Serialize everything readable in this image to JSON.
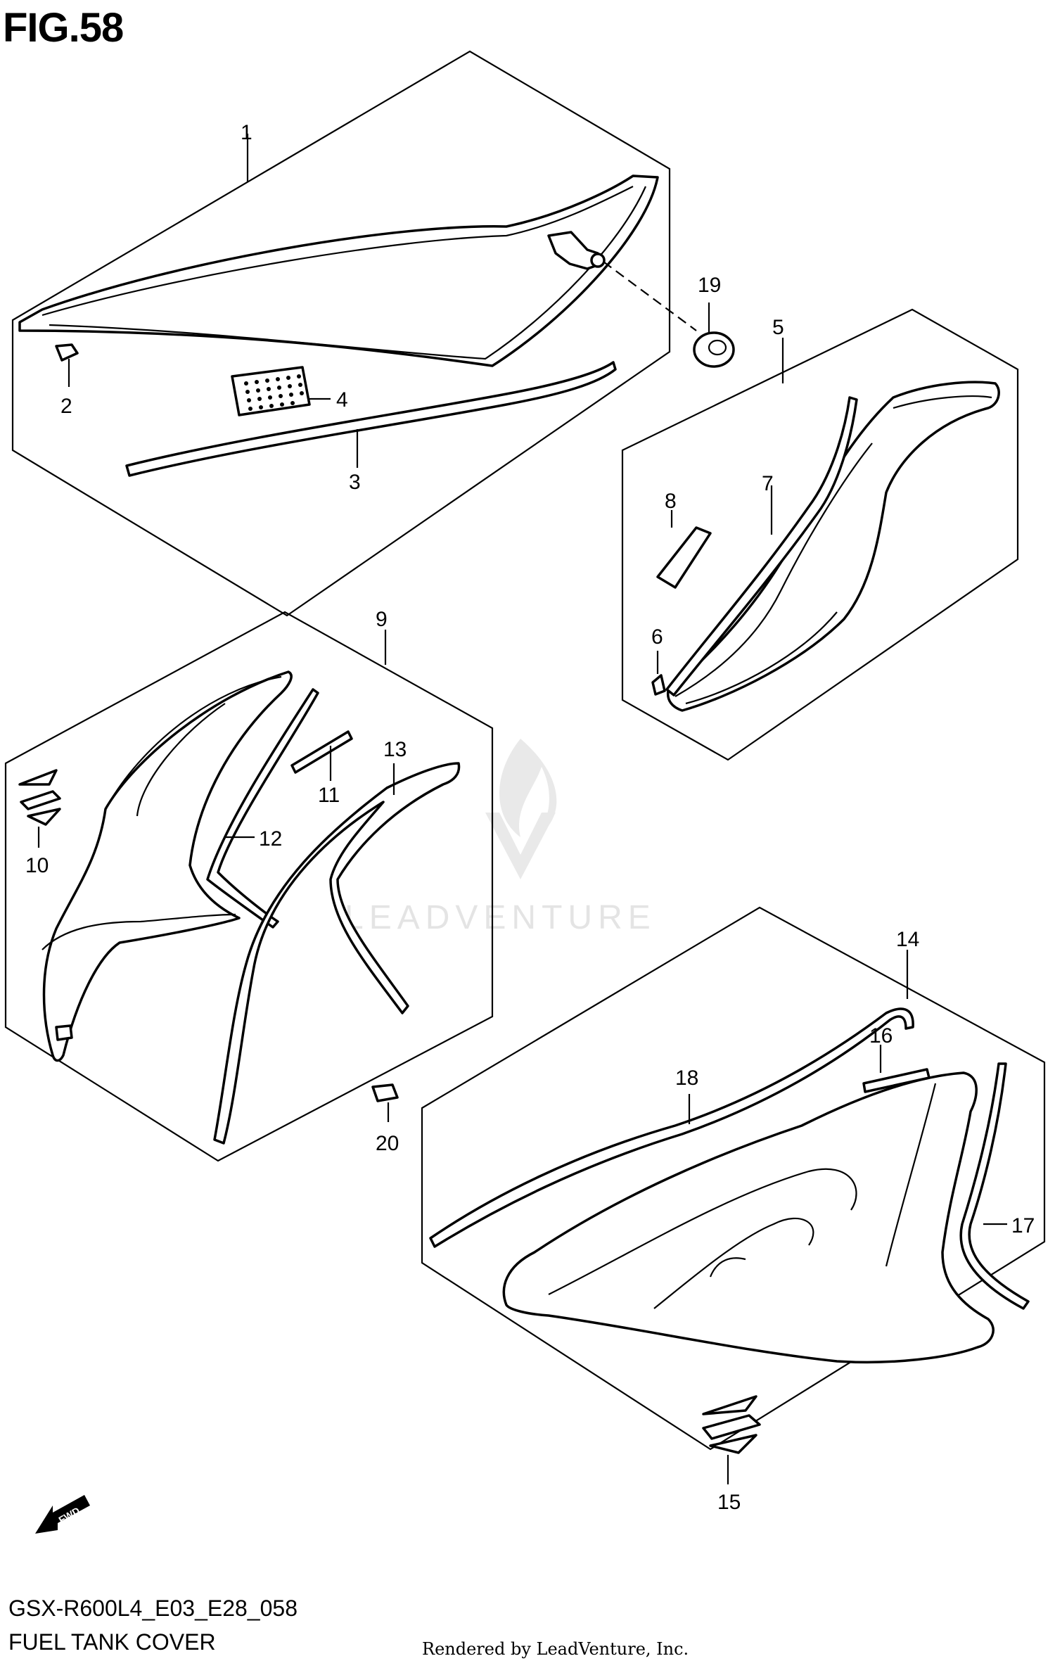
{
  "figure": {
    "title": "FIG.58",
    "model_code": "GSX-R600L4_E03_E28_058",
    "name": "FUEL TANK COVER",
    "rendered_by": "Rendered by LeadVenture, Inc.",
    "watermark": "LEADVENTURE",
    "fwd_label": "FWD"
  },
  "callouts": [
    "1",
    "2",
    "3",
    "4",
    "5",
    "6",
    "7",
    "8",
    "9",
    "10",
    "11",
    "12",
    "13",
    "14",
    "15",
    "16",
    "17",
    "18",
    "19",
    "20"
  ]
}
